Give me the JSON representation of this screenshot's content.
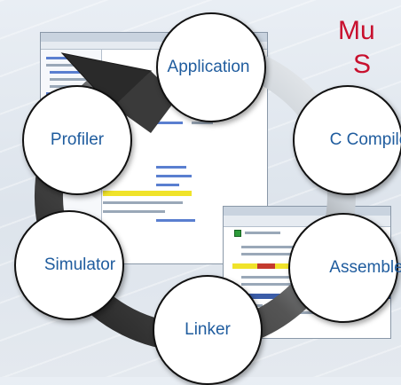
{
  "title": {
    "line1": "Mu",
    "line2": "S"
  },
  "diagram": {
    "stages": [
      {
        "label": "Application"
      },
      {
        "label": "C Compile"
      },
      {
        "label": "Assemble"
      },
      {
        "label": "Linker"
      },
      {
        "label": "Simulator"
      },
      {
        "label": "Profiler"
      }
    ]
  },
  "colors": {
    "title": "#c8102e",
    "label": "#1f5c9e",
    "bubble_fill": "#ffffff",
    "bubble_border": "#111111",
    "arrow_dark": "#2a2a2a",
    "arrow_light": "#e8ecef"
  }
}
